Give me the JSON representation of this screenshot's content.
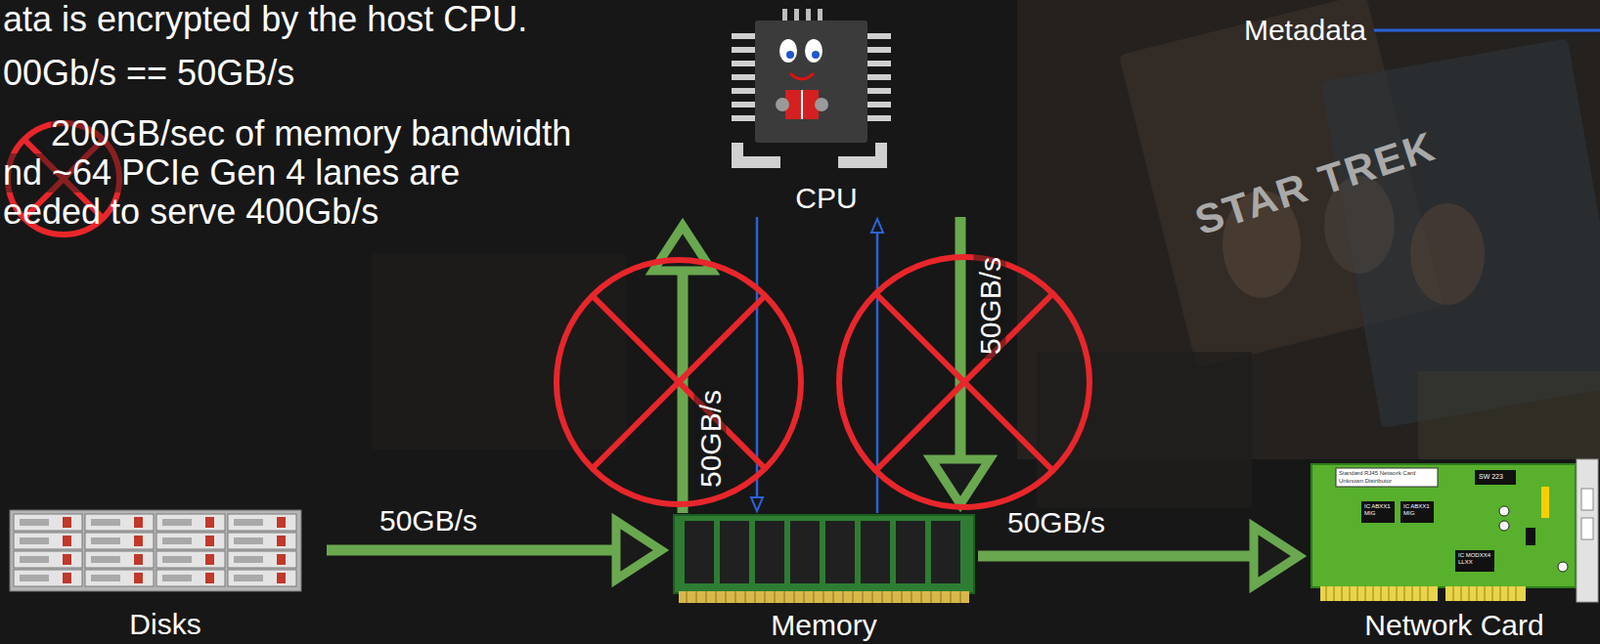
{
  "diagram": {
    "nodes": [
      {
        "text": [
          "CPU"
        ]
      },
      {
        "text": [
          "Disks"
        ]
      },
      {
        "text": [
          "Memory"
        ]
      },
      {
        "text": [
          "Network Card"
        ]
      }
    ],
    "edges": [
      {
        "from": 1,
        "to": 2,
        "label": "50GB/s",
        "arrow": "to"
      },
      {
        "from": 2,
        "to": 3,
        "label": "50GB/s",
        "arrow": "to"
      },
      {
        "from": 2,
        "to": 0,
        "label": "50GB/s",
        "arrow": "to"
      },
      {
        "from": 0,
        "to": 2,
        "label": "50GB/s",
        "arrow": "to"
      },
      {
        "from": 0,
        "to": 2,
        "arrow": "to"
      },
      {
        "from": 2,
        "to": 0,
        "arrow": "to"
      }
    ],
    "labels": [
      "ata is encrypted by the host CPU.",
      "00Gb/s == 50GB/s",
      "200GB/sec of memory bandwidth",
      "nd ~64 PCIe Gen 4 lanes are",
      "eeded to serve 400Gb/s",
      "STAR TREK",
      "Standard RJ45 Network Card",
      "Unknown Distributor",
      "SW 223",
      "IC ABXX1 MIG",
      "IC ABXX1 MIG",
      "IC MODXX4 LLXX"
    ],
    "legend": [
      {
        "text": "Metadata"
      }
    ]
  }
}
